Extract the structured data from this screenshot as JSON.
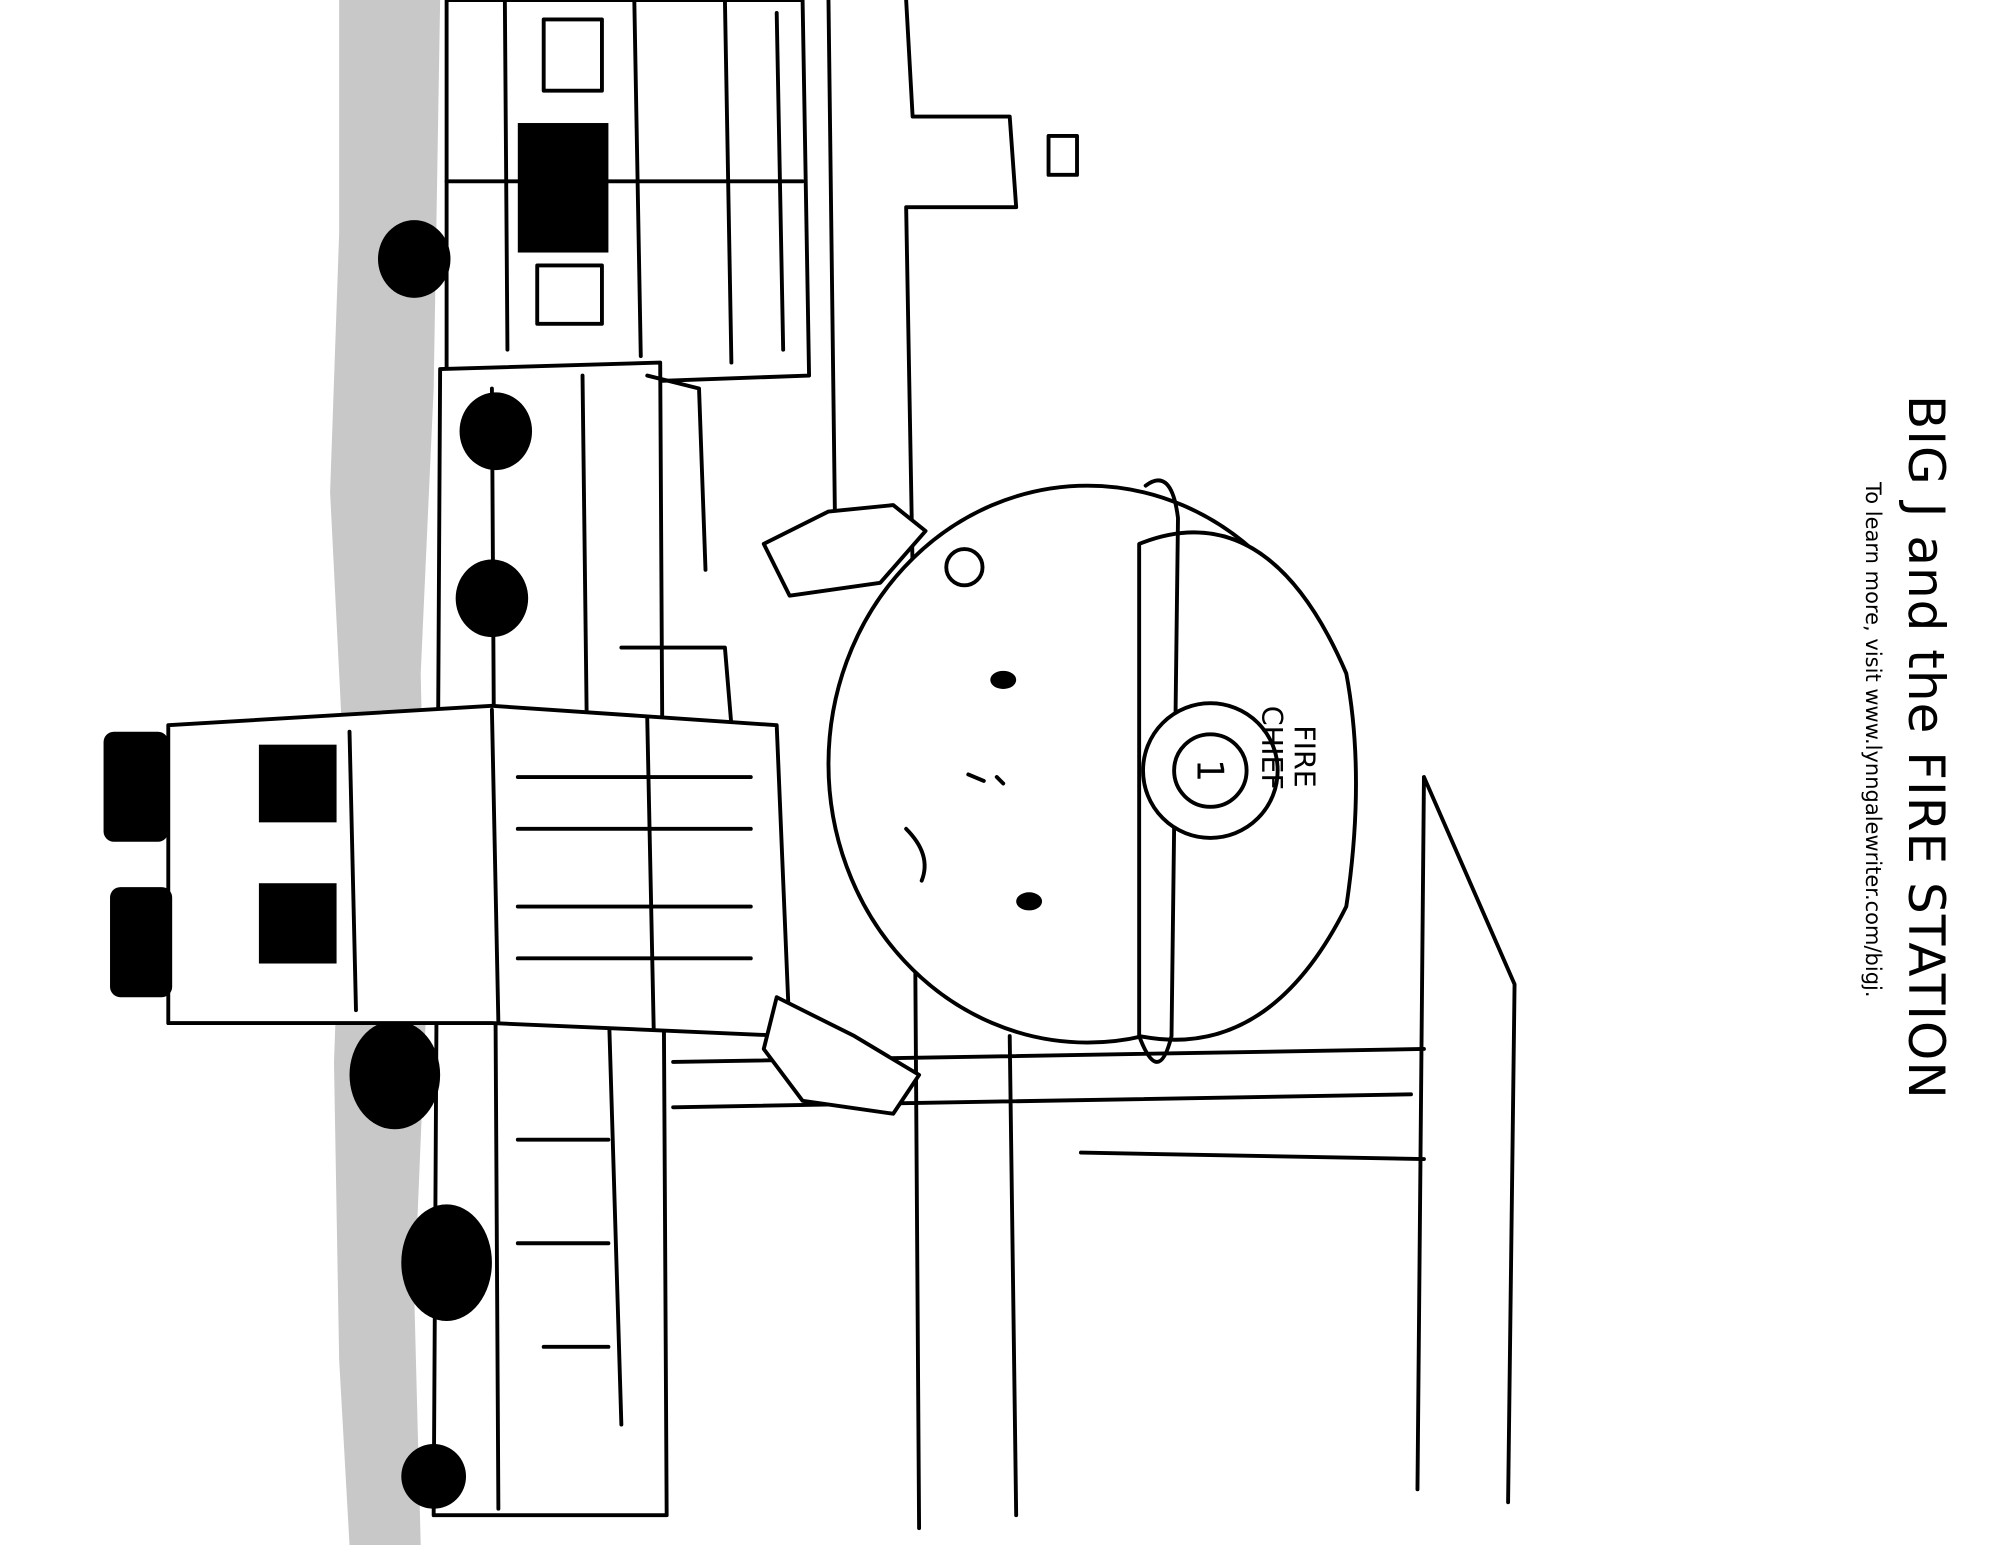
{
  "title": "BIG J and the FIRE STATION",
  "subtitle": "To learn more, visit www.lynngalewriter.com/bigj.",
  "illustration": {
    "helmet_badge_text": "FIRE CHIEF",
    "badge_number": "1",
    "badge_ring_text": "FIRE"
  },
  "colors": {
    "ink": "#000000",
    "shadow": "#c8c8c8",
    "paper": "#ffffff"
  }
}
